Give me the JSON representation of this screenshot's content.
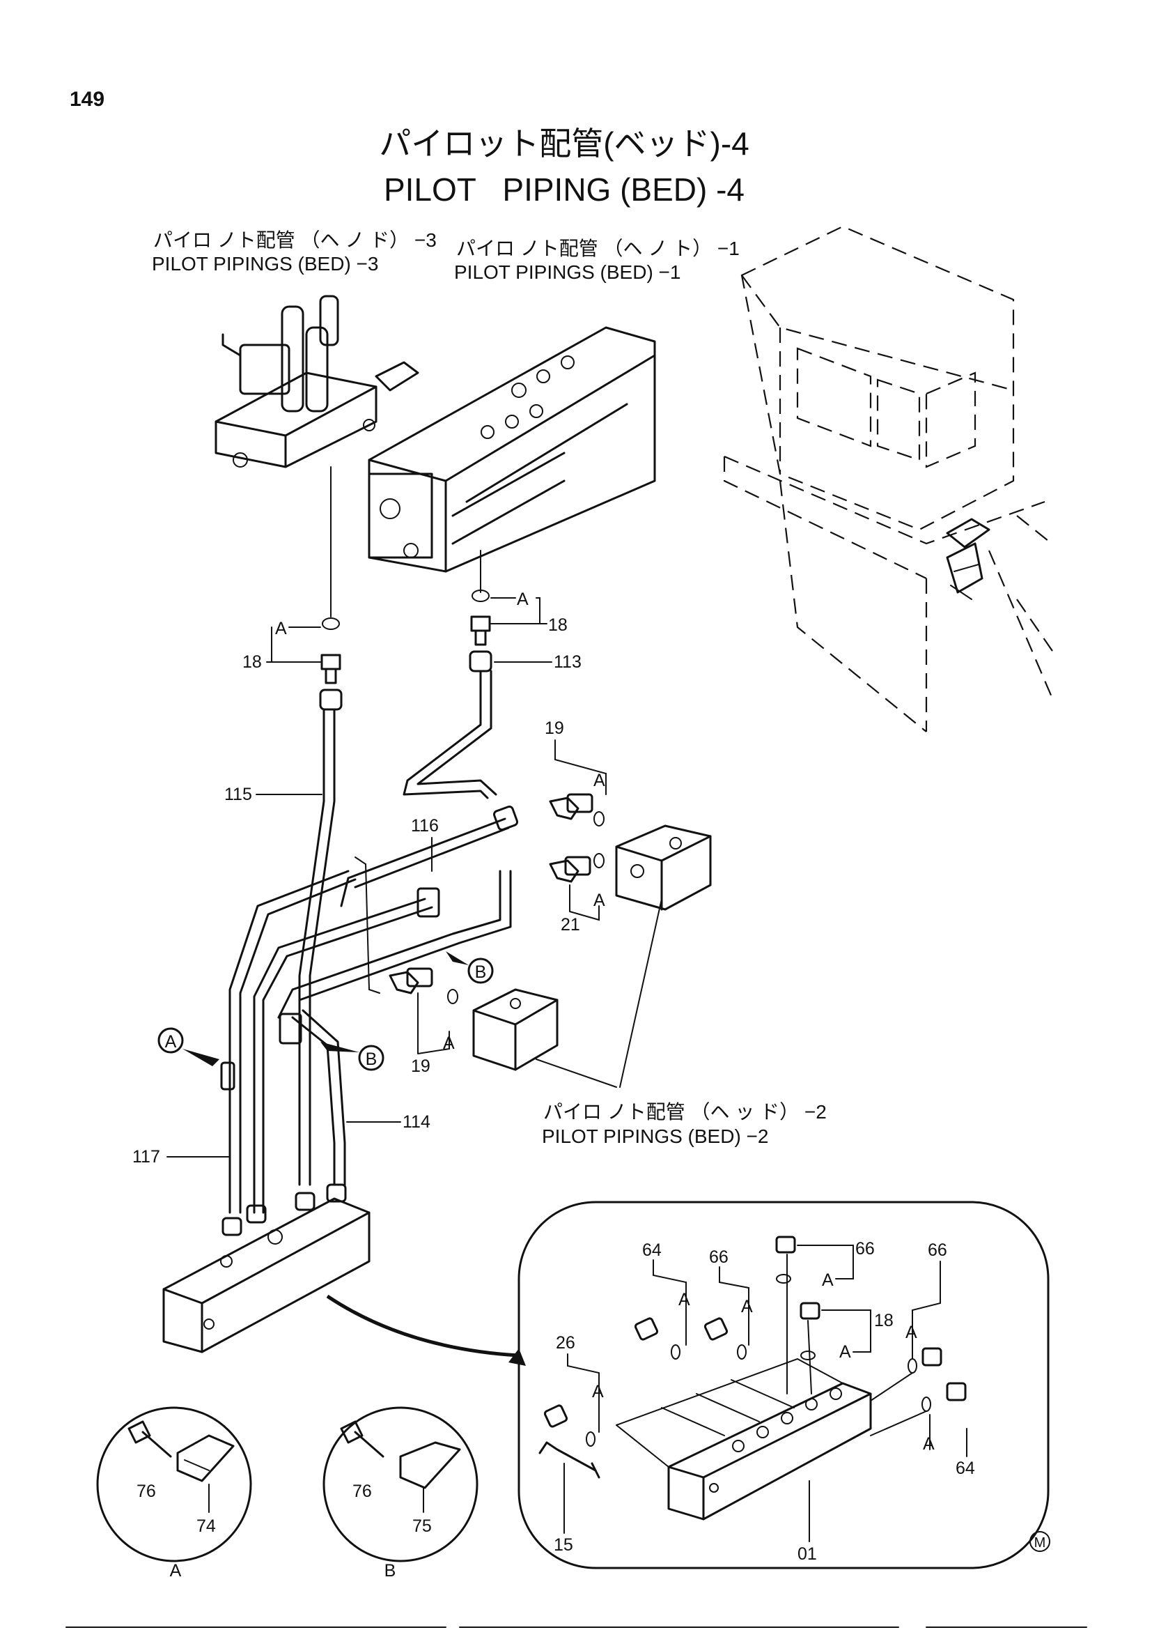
{
  "page_number": "149",
  "title_jp": "パイロット配管(ベッド)-4",
  "title_en": "PILOT   PIPING (BED) -4",
  "refs": {
    "ref3_jp": "パイロ ノト配管 （ヘ ノ ド） −3",
    "ref3_en": "PILOT PIPINGS (BED) −3",
    "ref1_jp": "パイロ ノト配管 （ヘ ノ ト） −1",
    "ref1_en": "PILOT PIPINGS (BED) −1",
    "ref2_jp": "パイロ ノト配管 （ヘ ッ ド） −2",
    "ref2_en": "PILOT PIPINGS (BED) −2"
  },
  "callouts": {
    "p18a": "18",
    "p18b": "18",
    "p18c": "18",
    "p113": "113",
    "p115": "115",
    "p116": "116",
    "p114": "114",
    "p117": "117",
    "p19a": "19",
    "p19b": "19",
    "p21": "21",
    "p64a": "64",
    "p64b": "64",
    "p66a": "66",
    "p66b": "66",
    "p66c": "66",
    "p26": "26",
    "p15": "15",
    "p01": "01",
    "p76a": "76",
    "p76b": "76",
    "p74": "74",
    "p75": "75",
    "a": "A",
    "b": "B"
  },
  "detail_views": {
    "view_a": "A",
    "view_b": "B"
  },
  "mark": "M"
}
